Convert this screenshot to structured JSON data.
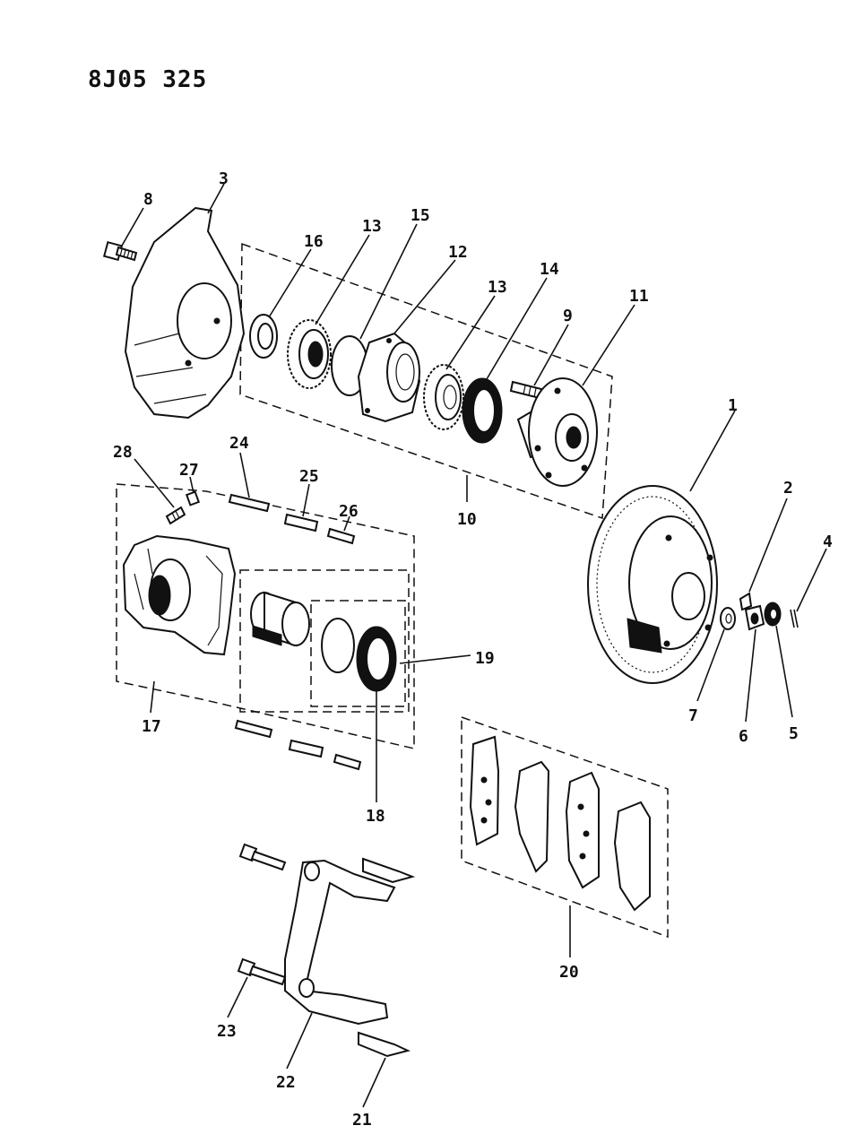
{
  "drawing_code": "8J05 325",
  "callouts": {
    "c1": "1",
    "c2": "2",
    "c3": "3",
    "c4": "4",
    "c5": "5",
    "c6": "6",
    "c7": "7",
    "c8": "8",
    "c9": "9",
    "c10": "10",
    "c11": "11",
    "c12": "12",
    "c13a": "13",
    "c13b": "13",
    "c14": "14",
    "c15": "15",
    "c16": "16",
    "c17": "17",
    "c18": "18",
    "c19": "19",
    "c20": "20",
    "c21": "21",
    "c22": "22",
    "c23": "23",
    "c24": "24",
    "c25": "25",
    "c26": "26",
    "c27": "27",
    "c28": "28"
  }
}
